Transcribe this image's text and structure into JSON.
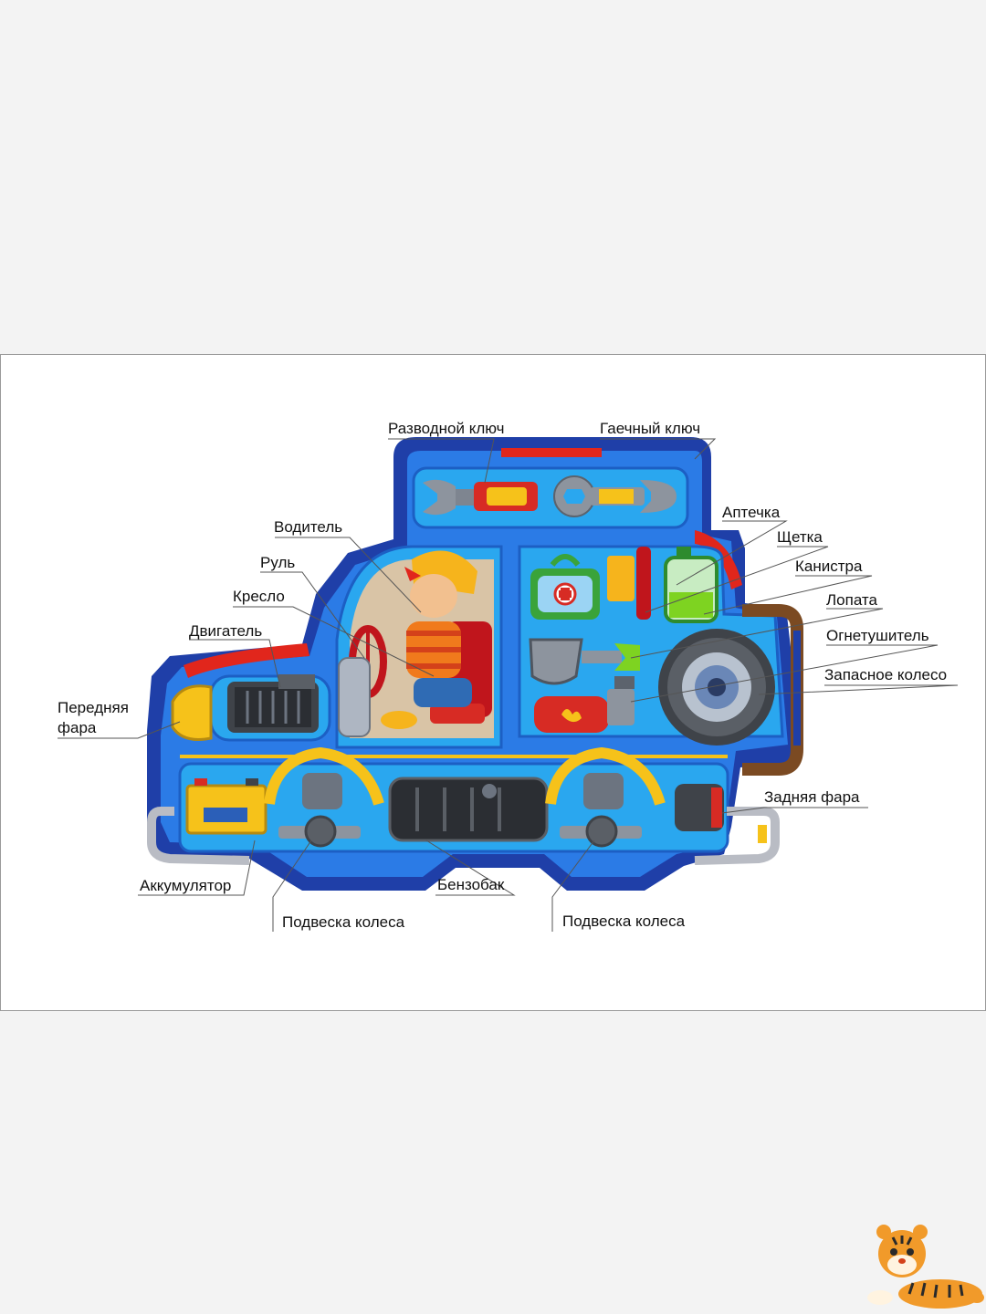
{
  "labels": {
    "adjustable_wrench": "Разводной ключ",
    "spanner": "Гаечный ключ",
    "driver": "Водитель",
    "first_aid": "Аптечка",
    "brush": "Щетка",
    "steering_wheel": "Руль",
    "canister": "Канистра",
    "seat": "Кресло",
    "shovel": "Лопата",
    "engine": "Двигатель",
    "extinguisher": "Огнетушитель",
    "spare_wheel": "Запасное колесо",
    "headlight_line1": "Передняя",
    "headlight_line2": "фара",
    "tail_light": "Задняя фара",
    "battery": "Аккумулятор",
    "fuel_tank": "Бензобак",
    "suspension_front": "Подвеска колеса",
    "suspension_rear": "Подвеска колеса"
  },
  "colors": {
    "body_dark": "#1f3fa8",
    "body_mid": "#2b6ee0",
    "body_light": "#2aa7ef",
    "accent_red": "#e1261c",
    "accent_yellow": "#f6c21a",
    "bumper_gray": "#b9bcc4",
    "handle_brown": "#7b4a22"
  },
  "icons": [
    "adjustable-wrench-icon",
    "spanner-icon",
    "first-aid-kit-icon",
    "brush-icon",
    "canister-icon",
    "shovel-icon",
    "fire-extinguisher-icon",
    "spare-wheel-icon",
    "engine-icon",
    "headlight-icon",
    "tail-light-icon",
    "battery-icon",
    "fuel-tank-icon",
    "suspension-icon",
    "steering-wheel-icon",
    "seat-icon",
    "driver-boy-icon",
    "tiger-logo-icon"
  ]
}
